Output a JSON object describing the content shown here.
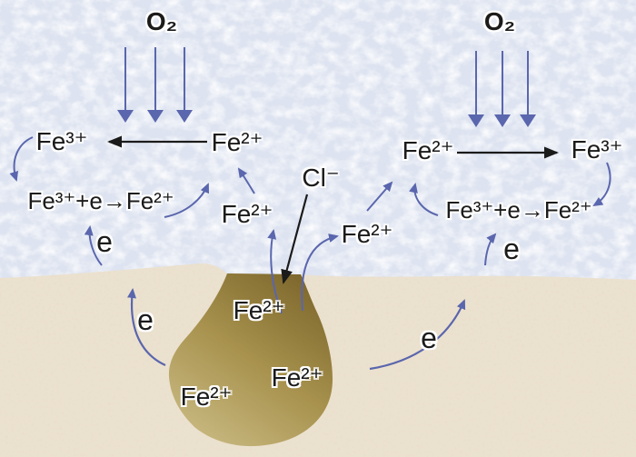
{
  "title": "Chloride pitting corrosion mechanism diagram",
  "palette": {
    "arrow_blue": "#5a66ad",
    "ink": "#1b1b1b",
    "water": "#dde3f0",
    "sand": "#ebe1cf",
    "pit_dark": "#7d672c",
    "pit_mid": "#a8924e",
    "pit_light": "#c9ba82"
  },
  "labels": {
    "o2_left": "O₂",
    "o2_right": "O₂",
    "fe3_top_left": "Fe³⁺",
    "fe2_top_left": "Fe²⁺",
    "reaction_left": "Fe³⁺+e→Fe²⁺",
    "e_upper_left": "e",
    "fe2_mid_left": "Fe²⁺",
    "cl": "Cl⁻",
    "fe2_mid_right": "Fe²⁺",
    "fe2_top_right": "Fe²⁺",
    "fe3_top_right": "Fe³⁺",
    "reaction_right": "Fe³⁺+e→Fe²⁺",
    "e_upper_right": "e",
    "e_lower_left": "e",
    "e_lower_right": "e",
    "pit_fe2_top": "Fe²⁺",
    "pit_fe2_right": "Fe²⁺",
    "pit_fe2_left": "Fe²⁺"
  }
}
